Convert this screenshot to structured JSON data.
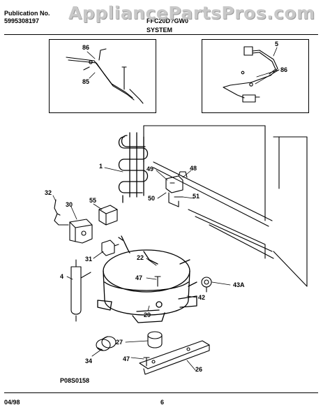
{
  "header": {
    "publication_label": "Publication No.",
    "publication_number": "5995308197",
    "model": "FFC20D?GW0",
    "section": "SYSTEM"
  },
  "watermark": "AppliancePartsPros.com",
  "parts": {
    "p1": "1",
    "p4": "4",
    "p22": "22",
    "p26": "26",
    "p27": "27",
    "p29": "29",
    "p30": "30",
    "p31": "31",
    "p32": "32",
    "p34": "34",
    "p42": "42",
    "p43a": "43A",
    "p47a": "47",
    "p47b": "47",
    "p48": "48",
    "p49": "49",
    "p50": "50",
    "p51": "51",
    "p55": "55",
    "p5": "5",
    "p85": "85",
    "p86a": "86",
    "p86b": "86"
  },
  "footer": {
    "diagram_code": "P08S0158",
    "date": "04/98",
    "page": "6"
  }
}
